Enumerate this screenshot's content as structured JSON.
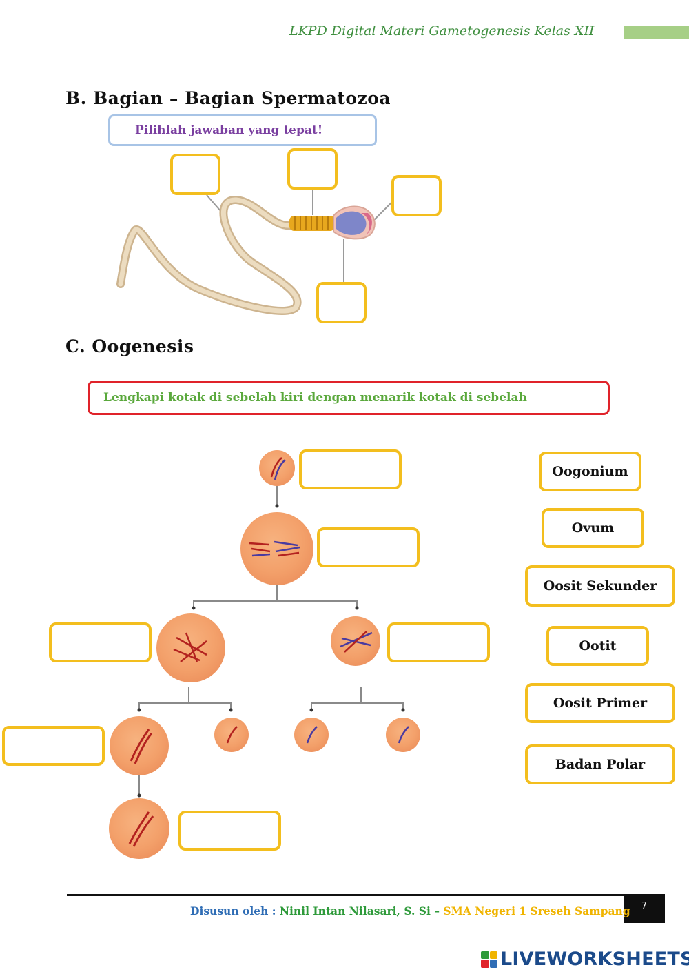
{
  "header": {
    "title": "LKPD Digital Materi Gametogenesis Kelas XII"
  },
  "section_b": {
    "title": "B.  Bagian – Bagian Spermatozoa",
    "instruction": "Pilihlah jawaban yang tepat!"
  },
  "section_c": {
    "title": "C.  Oogenesis",
    "instruction": "Lengkapi kotak di sebelah kiri dengan menarik kotak di sebelah"
  },
  "options": [
    "Oogonium",
    "Ovum",
    "Oosit Sekunder",
    "Ootit",
    "Oosit Primer",
    "Badan Polar"
  ],
  "footer": {
    "prefix": "Disusun oleh : ",
    "author": "Ninil Intan Nilasari, S. Si",
    "sep": " – ",
    "school": "SMA Negeri 1 Sreseh Sampang",
    "page": "7"
  },
  "brand": {
    "name": "LIVEWORKSHEETS"
  },
  "colors": {
    "header": "#3f8f3f",
    "answer_box_border": "#f3be1e",
    "instruction_b": "#7a3fa0",
    "instruction_c": "#5aa83c",
    "instruction_c_border": "#e0232a",
    "footer_prefix": "#2f6db5",
    "footer_author": "#2e9a3a",
    "footer_school": "#f0b400",
    "brand": "#1b4a8a"
  }
}
